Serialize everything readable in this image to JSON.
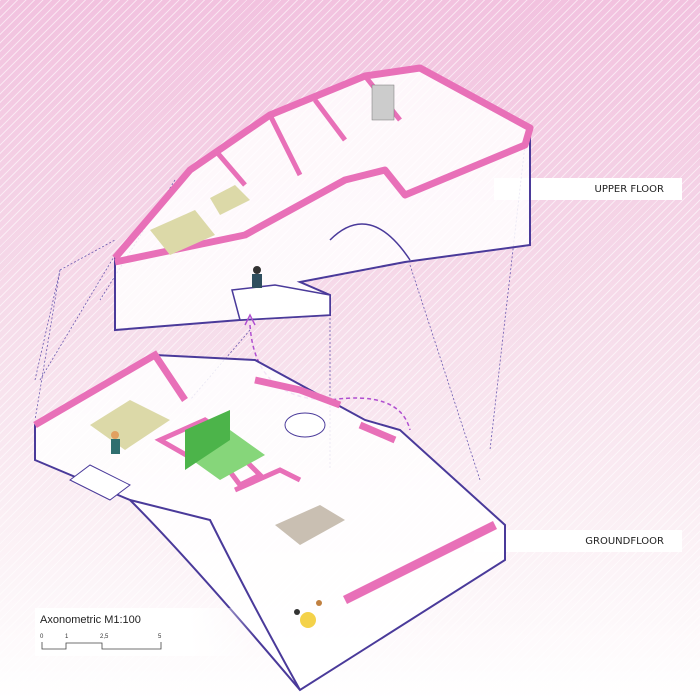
{
  "labels": {
    "upper_floor": "UPPER FLOOR",
    "ground_floor": "GROUNDFLOOR"
  },
  "scale": {
    "title": "Axonometric M1:100",
    "ticks": [
      "0",
      "1",
      "2,5",
      "5"
    ]
  },
  "colors": {
    "wall_cut": "#e870b8",
    "outline": "#4a3a9a",
    "floor_green": "#86d67a",
    "floor_yellow": "#dcd9a8",
    "floor_taupe": "#c9bfb2",
    "arrow": "#b04fd0"
  }
}
